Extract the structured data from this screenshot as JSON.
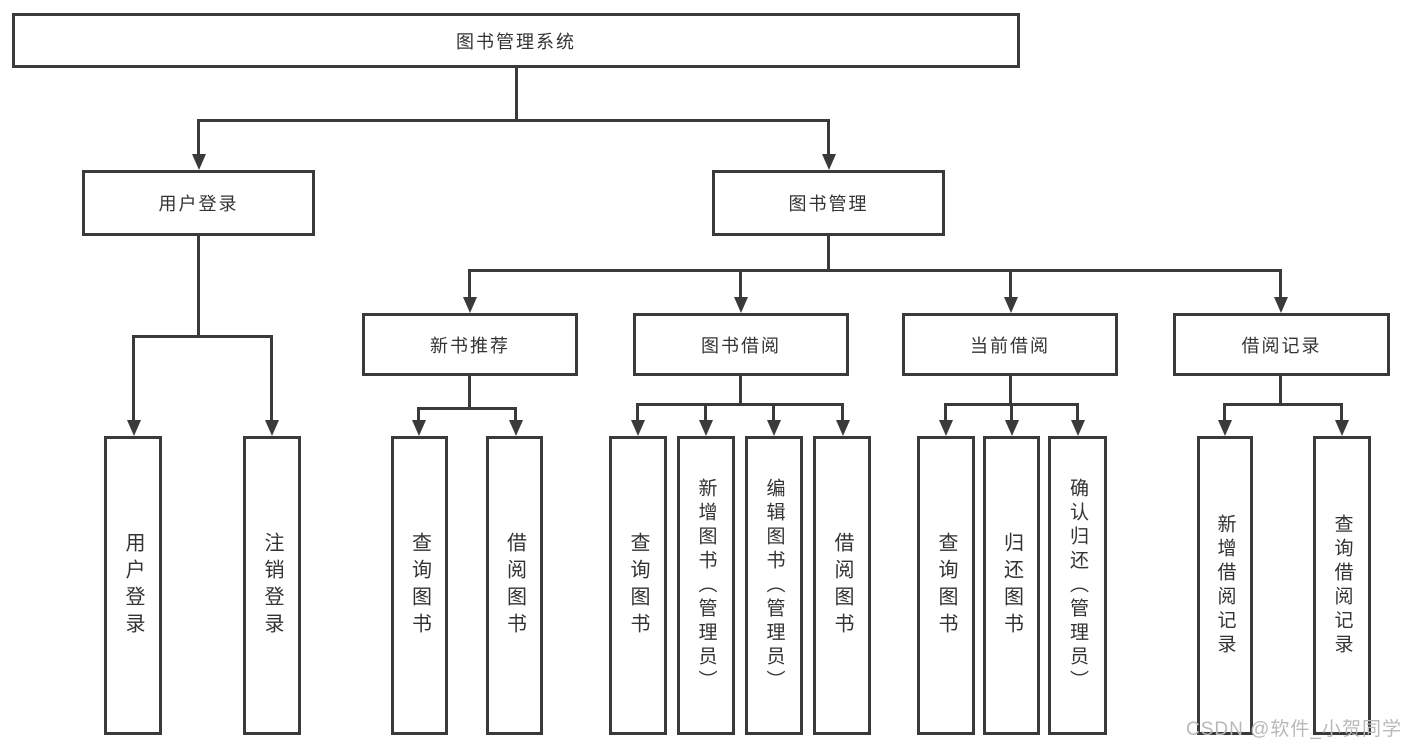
{
  "colors": {
    "line": "#3a3a3a",
    "text": "#333333",
    "background": "#ffffff",
    "watermark": "#b9b9b9"
  },
  "watermark": "CSDN @软件_小贺同学",
  "nodes": {
    "root": {
      "label": "图书管理系统"
    },
    "user_login": {
      "label": "用户登录"
    },
    "book_management": {
      "label": "图书管理"
    },
    "login": {
      "label": "用户登录"
    },
    "logout": {
      "label": "注销登录"
    },
    "new_book_recommend": {
      "label": "新书推荐"
    },
    "book_borrow": {
      "label": "图书借阅"
    },
    "current_borrow": {
      "label": "当前借阅"
    },
    "borrow_records": {
      "label": "借阅记录"
    },
    "recommend_query_book": {
      "label": "查询图书"
    },
    "recommend_borrow_book": {
      "label": "借阅图书"
    },
    "borrow_query_book": {
      "label": "查询图书"
    },
    "borrow_add_book": {
      "label": "新增图书（管理员）"
    },
    "borrow_edit_book": {
      "label": "编辑图书（管理员）"
    },
    "borrow_borrow_book": {
      "label": "借阅图书"
    },
    "current_query_book": {
      "label": "查询图书"
    },
    "current_return_book": {
      "label": "归还图书"
    },
    "current_confirm_return": {
      "label": "确认归还（管理员）"
    },
    "records_add_record": {
      "label": "新增借阅记录"
    },
    "records_query_record": {
      "label": "查询借阅记录"
    }
  },
  "edges": [
    {
      "from": "图书管理系统",
      "to": [
        "用户登录",
        "图书管理"
      ]
    },
    {
      "from": "用户登录",
      "to": [
        "用户登录",
        "注销登录"
      ]
    },
    {
      "from": "图书管理",
      "to": [
        "新书推荐",
        "图书借阅",
        "当前借阅",
        "借阅记录"
      ]
    },
    {
      "from": "新书推荐",
      "to": [
        "查询图书",
        "借阅图书"
      ]
    },
    {
      "from": "图书借阅",
      "to": [
        "查询图书",
        "新增图书（管理员）",
        "编辑图书（管理员）",
        "借阅图书"
      ]
    },
    {
      "from": "当前借阅",
      "to": [
        "查询图书",
        "归还图书",
        "确认归还（管理员）"
      ]
    },
    {
      "from": "借阅记录",
      "to": [
        "新增借阅记录",
        "查询借阅记录"
      ]
    }
  ]
}
